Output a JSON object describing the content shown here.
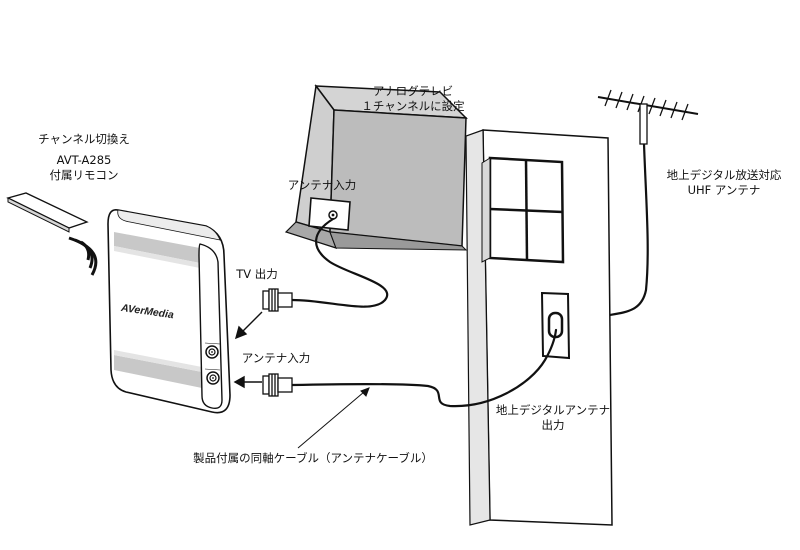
{
  "labels": {
    "remote_line1": "チャンネル切換え",
    "remote_line2": "AVT-A285",
    "remote_line3": "付属リモコン",
    "tv_line1": "アナログテレビ",
    "tv_line2": "１チャンネルに設定",
    "antenna_in_tv": "アンテナ入力",
    "tv_out": "TV 出力",
    "antenna_in_device": "アンテナ入力",
    "uhf_line1": "地上デジタル放送対応",
    "uhf_line2": "UHF アンテナ",
    "wall_out_line1": "地上デジタルアンテナ",
    "wall_out_line2": "出力",
    "cable_caption": "製品付属の同軸ケーブル（アンテナケーブル）"
  },
  "device": {
    "brand": "AVerMedia"
  },
  "colors": {
    "line": "#111111",
    "tv_top": "#d4d4d4",
    "tv_side": "#bdbdbd",
    "tv_front": "#a9a9a9",
    "device_stripe": "#c8c8c8"
  }
}
